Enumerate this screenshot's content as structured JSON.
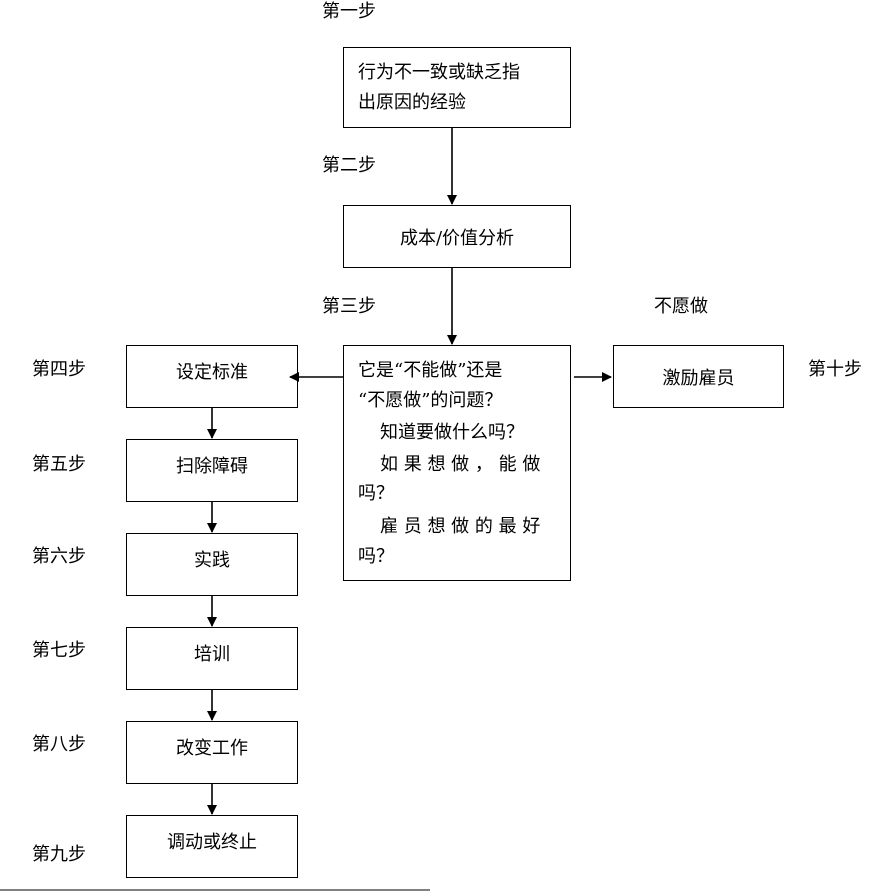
{
  "steps": {
    "s1": "第一步",
    "s2": "第二步",
    "s3": "第三步",
    "s4": "第四步",
    "s5": "第五步",
    "s6": "第六步",
    "s7": "第七步",
    "s8": "第八步",
    "s9": "第九步",
    "s10": "第十步"
  },
  "boxes": {
    "b1_line1": "行为不一致或缺乏指",
    "b1_line2": "出原因的经验",
    "b2": "成本/价值分析",
    "b3_line1": "它是“不能做”还是",
    "b3_line2": "“不愿做”的问题？",
    "b3_line3": "知道要做什么吗？",
    "b3_line4": "如 果 想 做 ， 能 做",
    "b3_line5": "吗？",
    "b3_line6": "雇 员 想 做 的 最 好",
    "b3_line7": "吗？",
    "b4": "设定标准",
    "b5": "扫除障碍",
    "b6": "实践",
    "b7": "培训",
    "b8": "改变工作",
    "b9": "调动或终止",
    "b10": "激励雇员"
  },
  "annotations": {
    "unwilling": "不愿做"
  }
}
